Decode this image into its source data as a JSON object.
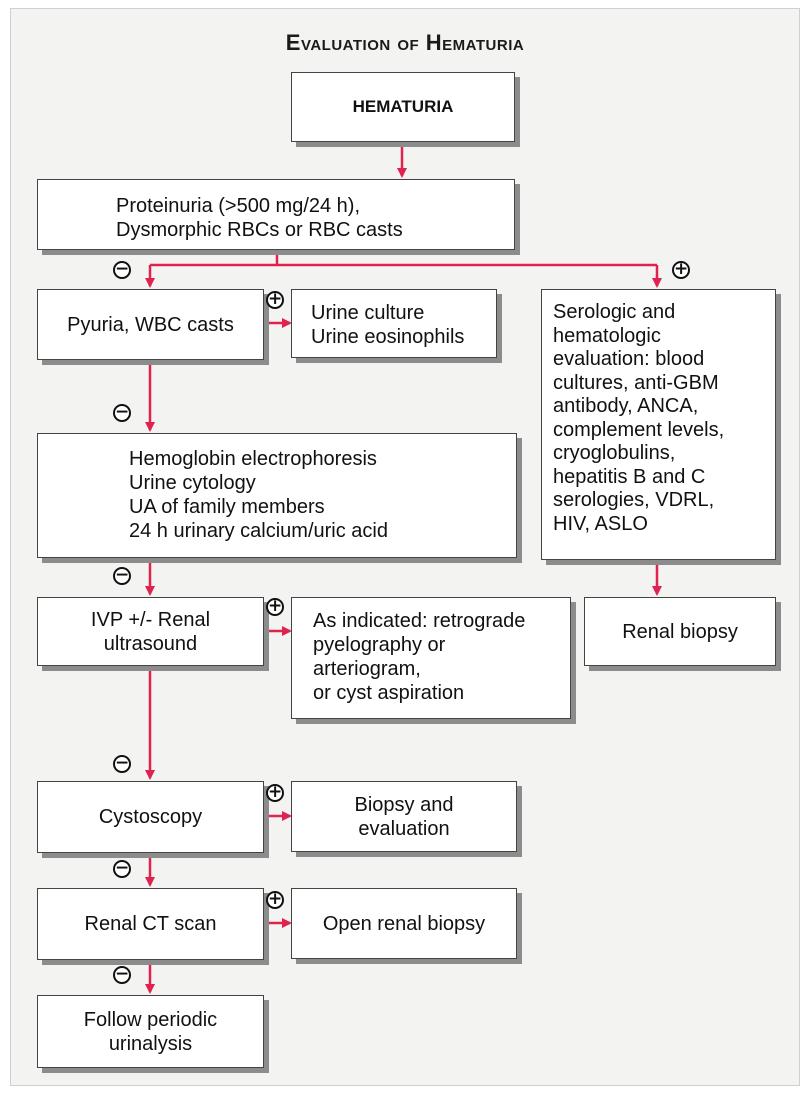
{
  "title": "Evaluation of Hematuria",
  "nodes": {
    "hematuria": "HEMATURIA",
    "proteinuria": "Proteinuria (>500 mg/24 h),\nDysmorphic RBCs or RBC casts",
    "pyuria": "Pyuria, WBC casts",
    "urine_culture": "Urine culture\nUrine eosinophils",
    "serologic": "Serologic and\n hematologic\n evaluation: blood\n cultures, anti-GBM\n antibody, ANCA,\n complement levels,\n cryoglobulins,\n hepatitis B and C\n serologies, VDRL,\n HIV, ASLO",
    "hemoglobin": "Hemoglobin electrophoresis\nUrine cytology\nUA of family members\n24 h urinary calcium/uric acid",
    "ivp": "IVP +/- Renal\nultrasound",
    "as_indicated": "As indicated: retrograde\n pyelography or\n arteriogram,\n or cyst aspiration",
    "renal_biopsy": "Renal biopsy",
    "cystoscopy": "Cystoscopy",
    "biopsy_eval": "Biopsy and\nevaluation",
    "renal_ct": "Renal CT scan",
    "open_biopsy": "Open renal biopsy",
    "follow": "Follow periodic\nurinalysis"
  },
  "signs": {
    "negative": "−",
    "positive": "+"
  },
  "colors": {
    "arrow": "#e0234e",
    "frame": "#f3f3f2"
  }
}
